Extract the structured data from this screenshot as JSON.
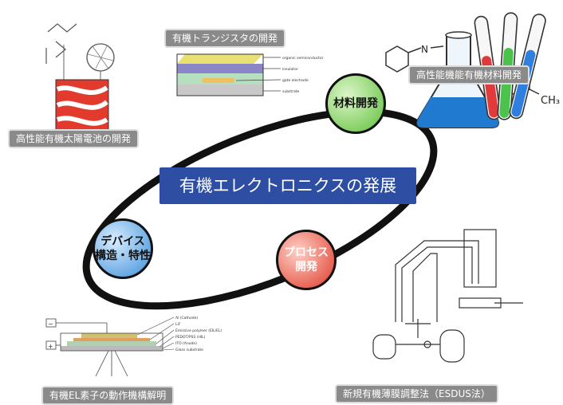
{
  "title": "有機エレクトロニクスの発展",
  "nodes": {
    "materials": "材料開発",
    "device_line1": "デバイス",
    "device_line2": "構造・特性",
    "process_line1": "プロセス",
    "process_line2": "開発"
  },
  "labels": {
    "solar": "高性能有機太陽電池の開発",
    "transistor": "有機トランジスタの開発",
    "functional_materials": "高性能機能有機材料開発",
    "el_mechanism": "有機EL素子の動作機構解明",
    "esdus": "新規有機薄膜調整法（ESDUS法）"
  },
  "transistor_layers": [
    "organic semiconductor",
    "insulator",
    "gate electrode",
    "substrate"
  ],
  "el_layers": [
    "Al (Cathode)",
    "LiF",
    "Emissive polymer (EIL/EL)",
    "PEDOT/PSS (HIL)",
    "ITO (Anode)",
    "Glass substrate"
  ],
  "chem_text": "CH₃",
  "colors": {
    "banner": "#2e4ea3",
    "materials_node": "#5fbf3a",
    "device_node": "#3b8fd8",
    "process_node": "#de3a2a",
    "label_bg": "#8a8a8a"
  }
}
